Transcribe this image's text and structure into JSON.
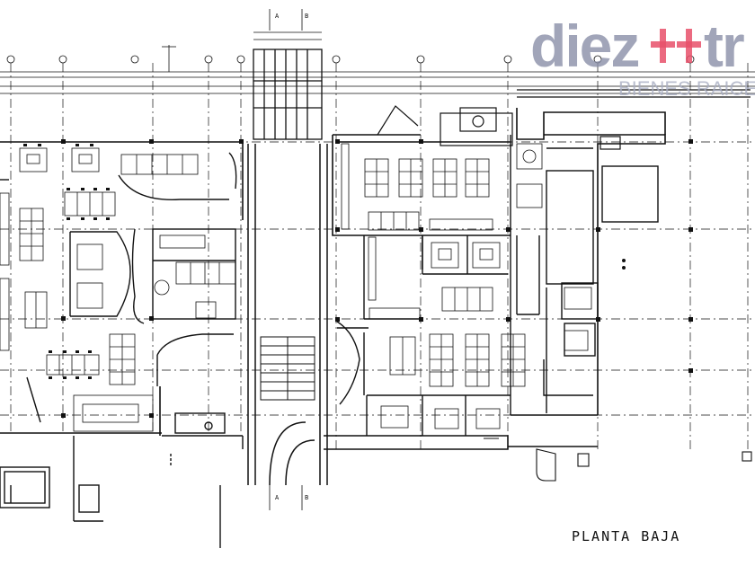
{
  "drawing": {
    "title": "PLANTA BAJA",
    "section_marks": [
      "A",
      "B"
    ],
    "line_color": "#111111",
    "paper_color": "#ffffff"
  },
  "watermark": {
    "word_part1": "diez",
    "word_part2": "tr",
    "tagline": "BIENES RAICES",
    "color_main": "#8a8fa8",
    "color_accent": "#e8506a"
  }
}
